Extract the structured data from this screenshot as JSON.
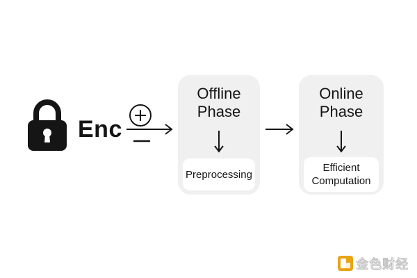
{
  "diagram": {
    "enc_label": "Enc",
    "offline": {
      "title": "Offline\nPhase",
      "step": "Preprocessing"
    },
    "online": {
      "title": "Online\nPhase",
      "step": "Efficient\nComputation"
    }
  },
  "icons": {
    "lock": "lock-icon",
    "plus_minus": "plus-minus-icon",
    "arrow": "arrow-right-icon",
    "down_arrow": "arrow-down-icon"
  },
  "colors": {
    "ink": "#151515",
    "card": "#f0f0f0",
    "box": "#ffffff",
    "watermark_gold": "#e8a317"
  },
  "watermark": {
    "text": "金色财经"
  }
}
